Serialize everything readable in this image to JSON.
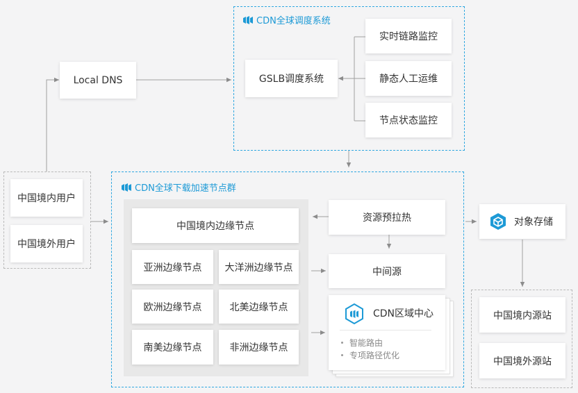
{
  "groups": {
    "dispatch_title": "CDN全球调度系统",
    "download_title": "CDN全球下载加速节点群"
  },
  "nodes": {
    "local_dns": "Local DNS",
    "gslb": "GSLB调度系统",
    "realtime_monitor": "实时链路监控",
    "static_ops": "静态人工运维",
    "node_status": "节点状态监控",
    "domestic_user": "中国境内用户",
    "overseas_user": "中国境外用户",
    "domestic_edge": "中国境内边缘节点",
    "asia_edge": "亚洲边缘节点",
    "oceania_edge": "大洋洲边缘节点",
    "europe_edge": "欧洲边缘节点",
    "north_america_edge": "北美边缘节点",
    "south_america_edge": "南美边缘节点",
    "africa_edge": "非洲边缘节点",
    "prefetch": "资源预拉热",
    "middle_source": "中间源",
    "object_storage": "对象存储",
    "domestic_origin": "中国境内源站",
    "overseas_origin": "中国境外源站"
  },
  "regional_center": {
    "title": "CDN区域中心",
    "items": [
      "智能路由",
      "专项路径优化"
    ]
  },
  "colors": {
    "accent": "#1d9ad6",
    "dash_border": "#2ea7e0",
    "grey_dash": "#b9b9b9",
    "connector": "#8c8c8c"
  },
  "icons": [
    "cdn-logo-icon",
    "object-storage-icon",
    "cdn-region-icon",
    "arrow-icon"
  ]
}
